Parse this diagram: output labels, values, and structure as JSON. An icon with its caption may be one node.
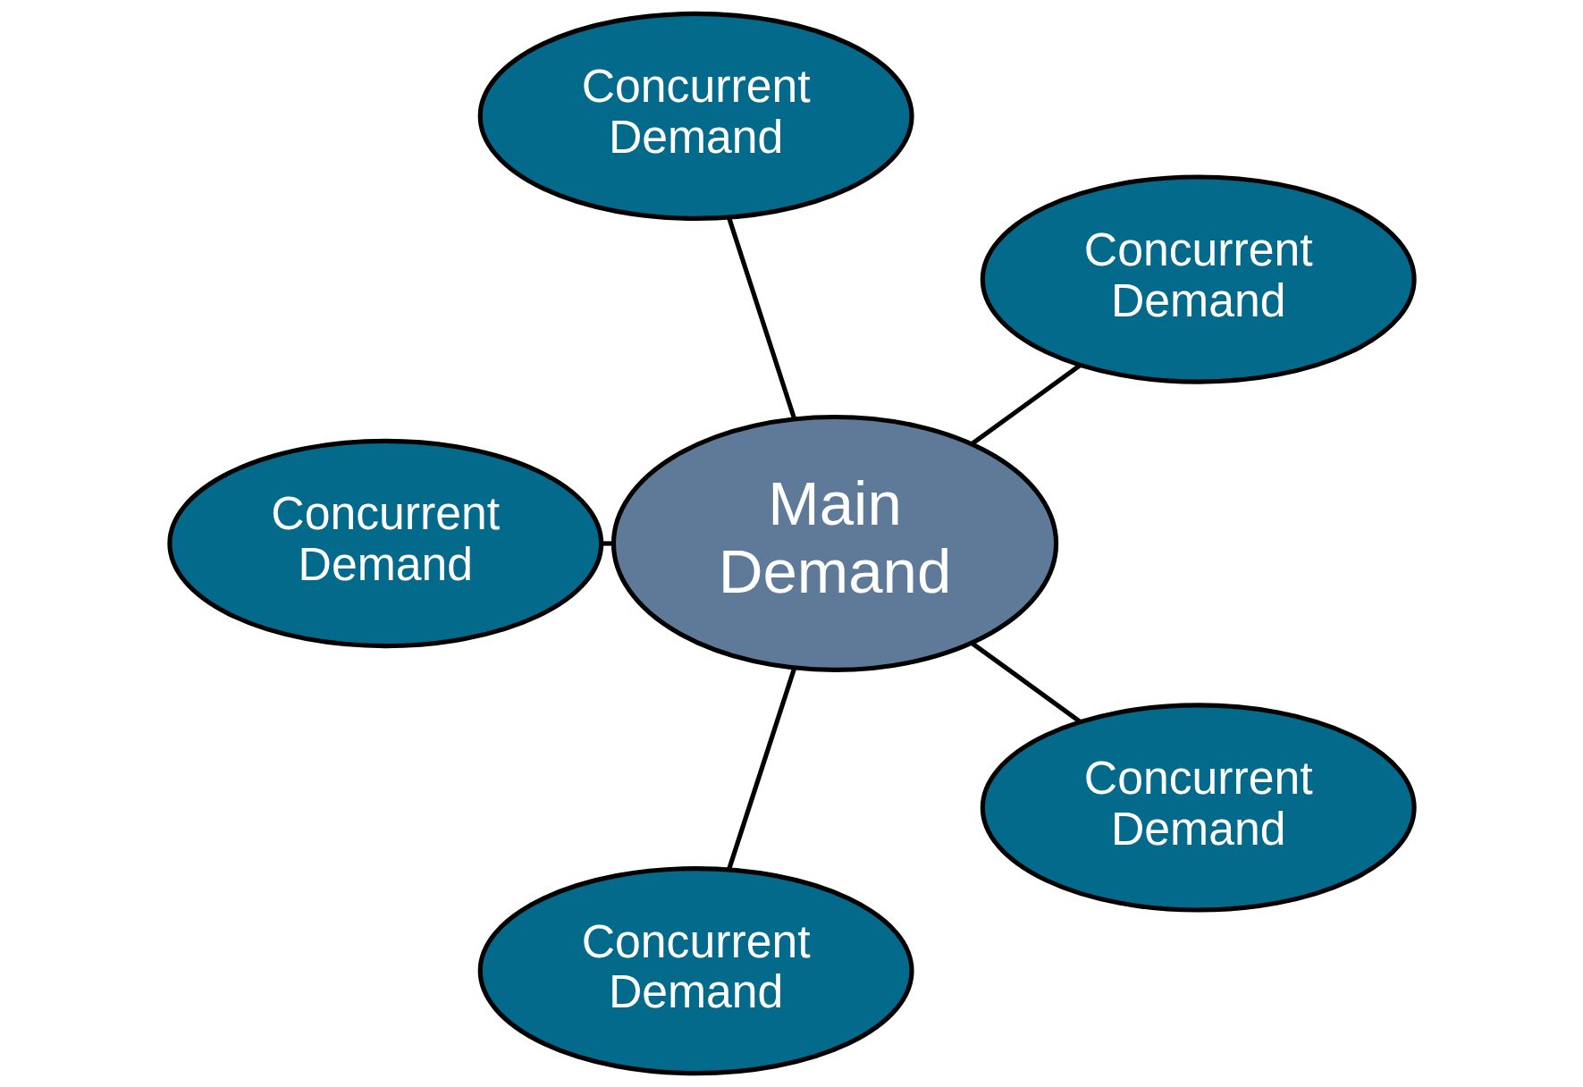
{
  "diagram": {
    "nodes": [
      {
        "text": [
          "Concurrent Demand"
        ]
      },
      {
        "text": [
          "Concurrent Demand"
        ]
      },
      {
        "text": [
          "Main Demand"
        ]
      },
      {
        "text": [
          "Concurrent Demand"
        ]
      },
      {
        "text": [
          "Concurrent Demand"
        ]
      },
      {
        "text": [
          "Concurrent Demand"
        ]
      }
    ],
    "edges": [
      {
        "from": 2,
        "to": 0,
        "arrow": "none"
      },
      {
        "from": 2,
        "to": 1,
        "arrow": "none"
      },
      {
        "from": 2,
        "to": 3,
        "arrow": "none"
      },
      {
        "from": 2,
        "to": 4,
        "arrow": "none"
      },
      {
        "from": 2,
        "to": 5,
        "arrow": "none"
      }
    ]
  }
}
